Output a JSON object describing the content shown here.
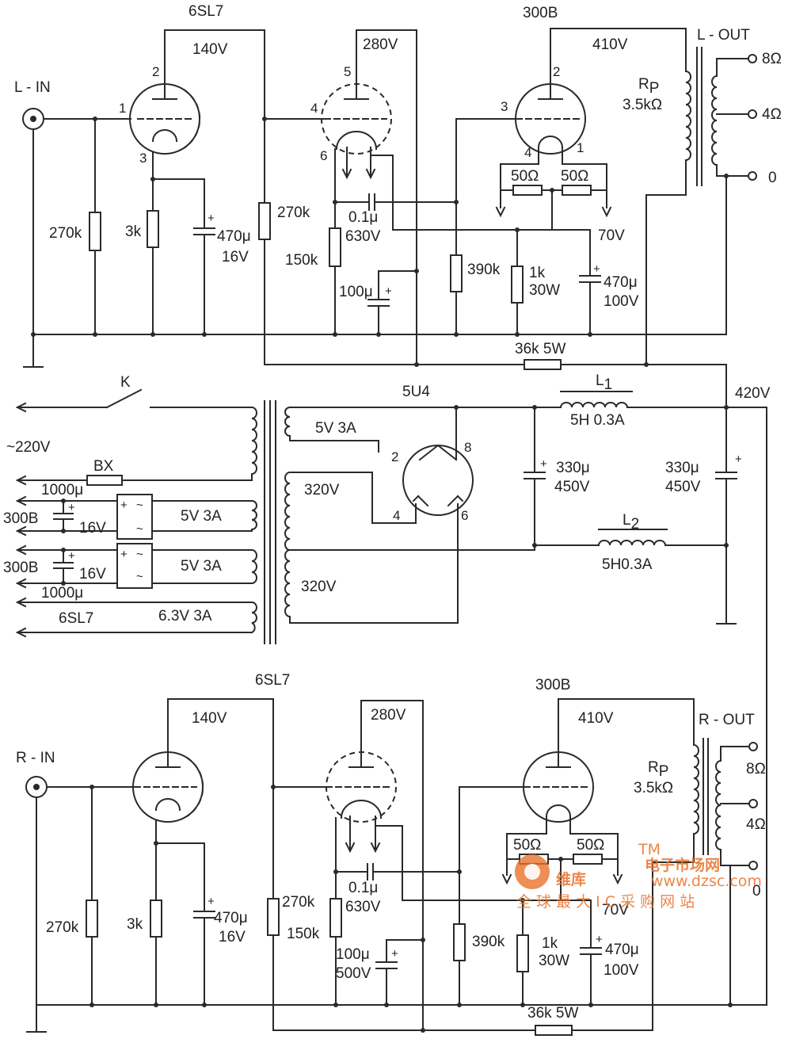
{
  "labels": {
    "l_in": "L - IN",
    "r_in": "R - IN",
    "l_out": "L - OUT",
    "r_out": "R - OUT",
    "tube_6sl7": "6SL7",
    "tube_300b": "300B",
    "tube_5u4": "5U4",
    "v140": "140V",
    "v280": "280V",
    "v410": "410V",
    "v420": "420V",
    "v70": "70V",
    "rp": "R",
    "rp_sub": "P",
    "rp_val": "3.5kΩ",
    "out_8": "8Ω",
    "out_4": "4Ω",
    "out_0": "0",
    "r270k": "270k",
    "r3k": "3k",
    "r150k": "150k",
    "r390k": "390k",
    "r1k": "1k",
    "r1k_w": "30W",
    "r50": "50Ω",
    "r36k": "36k 5W",
    "c470_16": "470μ",
    "c470_16_v": "16V",
    "c01": "0.1μ",
    "c01_v": "630V",
    "c100": "100μ",
    "c100_v_r": "500V",
    "c470_100": "470μ",
    "c470_100_v": "100V",
    "c330": "330μ",
    "c330_v": "450V",
    "c1000": "1000μ",
    "c16v": "16V",
    "sw_k": "K",
    "mains": "~220V",
    "fuse": "BX",
    "l1": "L",
    "l1_sub": "1",
    "l1_val": "5H 0.3A",
    "l2": "L",
    "l2_sub": "2",
    "l2_val": "5H0.3A",
    "w5v3a": "5V 3A",
    "w320v": "320V",
    "w63v": "6.3V 3A",
    "pin1": "1",
    "pin2": "2",
    "pin3": "3",
    "pin4": "4",
    "pin5": "5",
    "pin6": "6",
    "pin8": "8",
    "plus": "+",
    "ac": "~",
    "wm_main": "维库",
    "wm_sub": "电子市场网",
    "wm_url": "www.dzsc.com",
    "wm_slogan": "全 球 最 大 I C 采 购 网 站",
    "wm_tm": "TM"
  }
}
